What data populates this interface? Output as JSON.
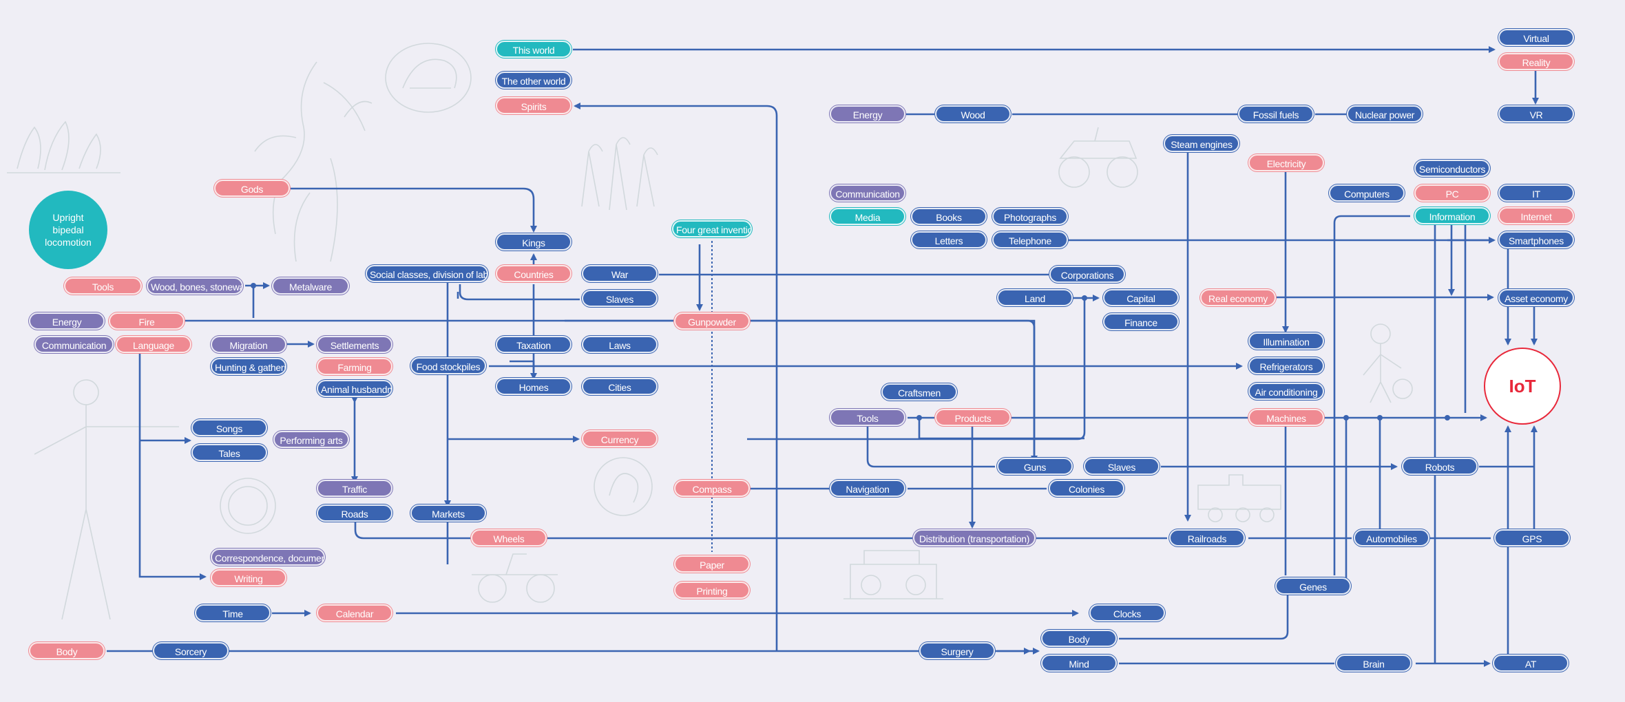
{
  "nodes": {
    "upright": "Upright bipedal locomotion",
    "tools": "Tools",
    "wood_bones": "Wood, bones, stoneware",
    "metalware": "Metalware",
    "energy1": "Energy",
    "fire": "Fire",
    "communication1": "Communication",
    "language": "Language",
    "migration": "Migration",
    "settlements": "Settlements",
    "hunting": "Hunting & gathering",
    "farming": "Farming",
    "animal": "Animal husbandry",
    "songs": "Songs",
    "tales": "Tales",
    "performing": "Performing arts",
    "traffic": "Traffic",
    "roads": "Roads",
    "correspondence": "Correspondence, documents",
    "writing": "Writing",
    "time": "Time",
    "calendar": "Calendar",
    "body1": "Body",
    "sorcery": "Sorcery",
    "gods": "Gods",
    "this_world": "This world",
    "other_world": "The other world",
    "spirits": "Spirits",
    "kings": "Kings",
    "social": "Social classes, division of labor",
    "countries": "Countries",
    "war": "War",
    "slaves1": "Slaves",
    "food": "Food stockpiles",
    "taxation": "Taxation",
    "laws": "Laws",
    "homes": "Homes",
    "cities": "Cities",
    "currency": "Currency",
    "markets": "Markets",
    "wheels": "Wheels",
    "four": "Four great inventions",
    "gunpowder": "Gunpowder",
    "compass": "Compass",
    "paper": "Paper",
    "printing": "Printing",
    "energy2": "Energy",
    "wood2": "Wood",
    "fossil": "Fossil fuels",
    "nuclear": "Nuclear power",
    "communication2": "Communication",
    "media": "Media",
    "books": "Books",
    "photographs": "Photographs",
    "letters": "Letters",
    "telephone": "Telephone",
    "corporations": "Corporations",
    "land": "Land",
    "capital": "Capital",
    "finance": "Finance",
    "craftsmen": "Craftsmen",
    "tools2": "Tools",
    "products": "Products",
    "guns": "Guns",
    "slaves2": "Slaves",
    "navigation": "Navigation",
    "colonies": "Colonies",
    "distribution": "Distribution (transportation)",
    "surgery": "Surgery",
    "body2": "Body",
    "mind": "Mind",
    "clocks": "Clocks",
    "steam": "Steam engines",
    "electricity": "Electricity",
    "real_economy": "Real economy",
    "illumination": "Illumination",
    "refrigerators": "Refrigerators",
    "aircon": "Air conditioning",
    "machines": "Machines",
    "railroads": "Railroads",
    "genes": "Genes",
    "brain": "Brain",
    "semiconductors": "Semiconductors",
    "computers": "Computers",
    "pc": "PC",
    "information": "Information",
    "it": "IT",
    "internet": "Internet",
    "smartphones": "Smartphones",
    "asset_economy": "Asset economy",
    "virtual": "Virtual",
    "reality": "Reality",
    "vr": "VR",
    "iot": "IoT",
    "robots": "Robots",
    "automobiles": "Automobiles",
    "gps": "GPS",
    "at": "AT"
  },
  "colors": {
    "blue": "#3a64b1",
    "pink": "#ef8a92",
    "purple": "#7e76b5",
    "teal": "#22b9bf",
    "iot_red": "#e8283a",
    "background": "#efeef5"
  },
  "illustrations": [
    "footprints-illustration",
    "medieval-figure-illustration",
    "helmet-coin-illustration",
    "classical-figures-illustration",
    "vitruvian-man-illustration",
    "coin-illustration",
    "chariot-illustration",
    "greek-coin-illustration",
    "printing-press-illustration",
    "early-automobile-illustration",
    "locomotive-illustration",
    "edison-illustration"
  ]
}
